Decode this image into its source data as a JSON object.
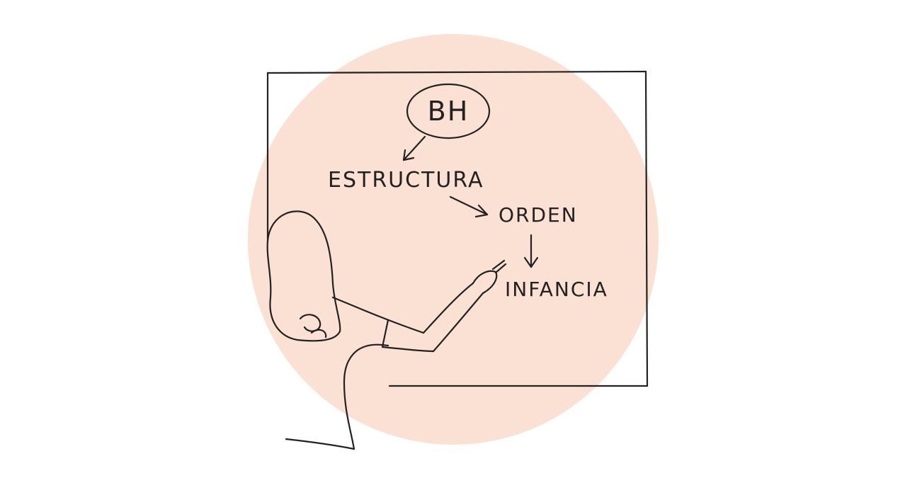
{
  "colors": {
    "background": "#ffffff",
    "circle": "#fbe0d4",
    "ink": "#222222"
  },
  "board": {
    "bubble_label": "BH",
    "words": {
      "first": "ESTRUCTURA",
      "second": "ORDEN",
      "third": "INFANCIA"
    }
  }
}
